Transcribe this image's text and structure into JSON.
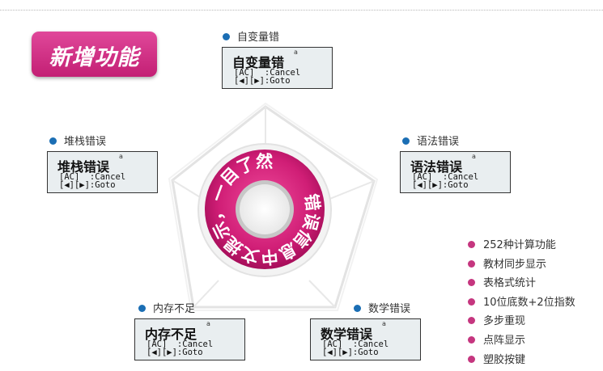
{
  "badge": {
    "title": "新增功能"
  },
  "center": {
    "ring_text": "错误信息中文提示，一目了然"
  },
  "errors": {
    "top": {
      "label": "自变量错",
      "screen_title": "自变量错"
    },
    "right": {
      "label": "语法错误",
      "screen_title": "语法错误"
    },
    "left": {
      "label": "堆栈错误",
      "screen_title": "堆栈错误"
    },
    "bottom_left": {
      "label": "内存不足",
      "screen_title": "内存不足"
    },
    "bottom_right": {
      "label": "数学错误",
      "screen_title": "数学错误"
    }
  },
  "screen": {
    "indicator": "a",
    "line1": "[AC]  :Cancel",
    "line2": "[◀][▶]:Goto"
  },
  "features": [
    "252种计算功能",
    "教材同步显示",
    "表格式统计",
    "10位底数+2位指数",
    "多步重现",
    "点阵显示",
    "塑胶按键"
  ],
  "colors": {
    "accent_pink": "#c8236f",
    "label_dot_blue": "#1b6eb4",
    "feature_dot_pink": "#c5367f"
  }
}
